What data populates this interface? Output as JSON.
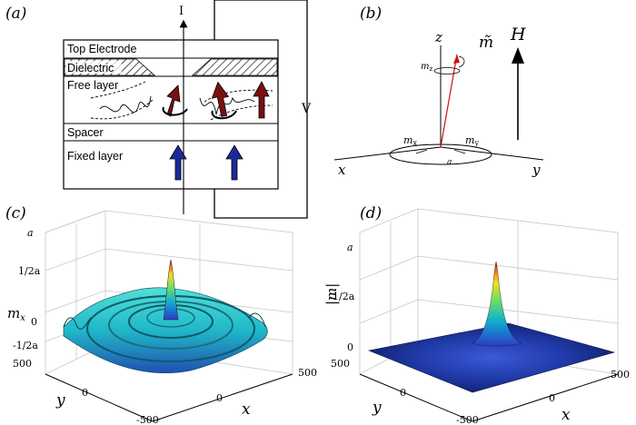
{
  "panels": {
    "a": {
      "label": "(a)",
      "layers": {
        "top_electrode": "Top Electrode",
        "dielectric": "Dielectric",
        "free_layer": "Free layer",
        "spacer": "Spacer",
        "fixed_layer": "Fixed layer"
      },
      "current_label": "I",
      "voltage_label": "V",
      "colors": {
        "free_arrow": "#7a1010",
        "fixed_arrow": "#1a2a9a"
      }
    },
    "b": {
      "label": "(b)",
      "axis_z": "z",
      "axis_x": "x",
      "axis_y": "y",
      "m_label": "m̃",
      "field_label": "H",
      "mz_label": "m",
      "mz_sub": "z",
      "mx_label": "m",
      "mx_sub": "x",
      "my_label": "m",
      "my_sub": "y",
      "angle_label": "a",
      "colors": {
        "m_vector": "#d01010"
      }
    },
    "c": {
      "label": "(c)",
      "zlabel": "m",
      "zlabel_sub": "x",
      "zticks": [
        "a",
        "1/2a",
        "0",
        "-1/2a"
      ],
      "yaxis_label": "y",
      "xaxis_label": "x",
      "yticks": [
        "500",
        "0",
        "-500"
      ],
      "xticks": [
        "500",
        "0",
        "-500"
      ]
    },
    "d": {
      "label": "(d)",
      "zlabel": "|m|",
      "zticks": [
        "a",
        "1/2a",
        "0"
      ],
      "yaxis_label": "y",
      "xaxis_label": "x",
      "yticks": [
        "500",
        "0",
        "-500"
      ],
      "xticks": [
        "500",
        "0",
        "-500"
      ]
    }
  }
}
